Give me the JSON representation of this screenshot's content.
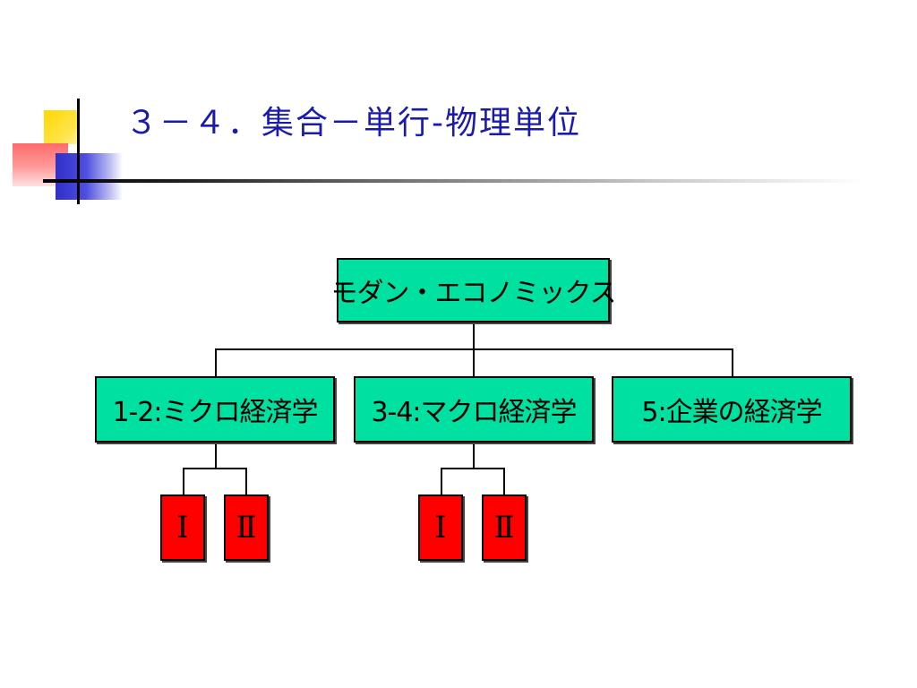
{
  "title": "３－４．集合－単行-物理単位",
  "tree": {
    "root": "モダン・エコノミックス",
    "branches": [
      {
        "label": "1-2:ミクロ経済学",
        "children": [
          "Ⅰ",
          "Ⅱ"
        ]
      },
      {
        "label": "3-4:マクロ経済学",
        "children": [
          "Ⅰ",
          "Ⅱ"
        ]
      },
      {
        "label": "5:企業の経済学",
        "children": []
      }
    ]
  },
  "colors": {
    "node_fill": "#00e0a0",
    "leaf_fill": "#ff0000",
    "title_color": "#1a1ab0"
  }
}
